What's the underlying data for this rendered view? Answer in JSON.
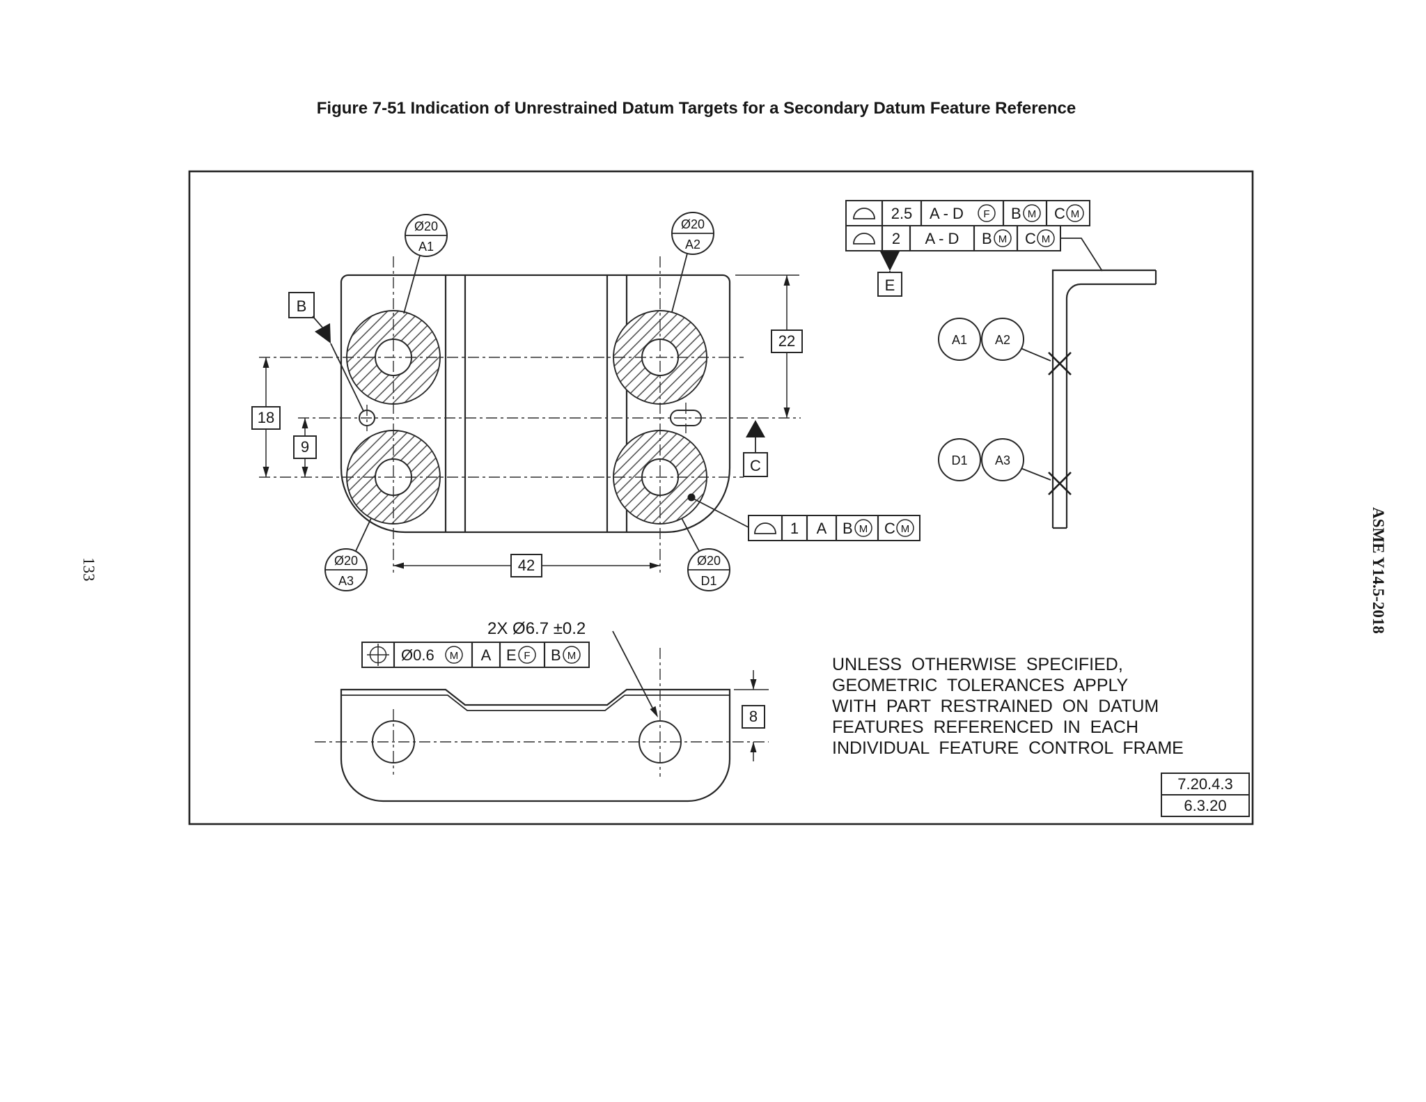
{
  "page": {
    "title": "Figure 7-51 Indication of Unrestrained Datum Targets for a Secondary Datum Feature Reference",
    "page_number": "133",
    "standard_ref": "ASME Y14.5-2018"
  },
  "top_view": {
    "targets": {
      "a1": {
        "size": "Ø20",
        "label": "A1"
      },
      "a2": {
        "size": "Ø20",
        "label": "A2"
      },
      "a3": {
        "size": "Ø20",
        "label": "A3"
      },
      "d1": {
        "size": "Ø20",
        "label": "D1"
      }
    },
    "datums": {
      "b": "B",
      "c": "C",
      "e": "E"
    },
    "dims": {
      "row_spacing": "18",
      "mid_offset": "9",
      "top_to_mid": "22",
      "col_spacing": "42"
    }
  },
  "side_view": {
    "balloons": [
      "A1",
      "A2",
      "D1",
      "A3"
    ]
  },
  "bottom_view": {
    "hole_note": "2X Ø6.7 ±0.2",
    "dim_depth": "8"
  },
  "fcf": {
    "profile_upper": {
      "tol": "2.5",
      "ref1": "A - D",
      "ref1_mod": "F",
      "ref2": "B",
      "ref2_mod": "M",
      "ref3": "C",
      "ref3_mod": "M"
    },
    "profile_lower": {
      "tol": "2",
      "ref1": "A - D",
      "ref2": "B",
      "ref2_mod": "M",
      "ref3": "C",
      "ref3_mod": "M"
    },
    "profile_single": {
      "tol": "1",
      "ref1": "A",
      "ref2": "B",
      "ref2_mod": "M",
      "ref3": "C",
      "ref3_mod": "M"
    },
    "position": {
      "tol": "Ø0.6",
      "tol_mod": "M",
      "ref1": "A",
      "ref2": "E",
      "ref2_mod": "F",
      "ref3": "B",
      "ref3_mod": "M"
    }
  },
  "notes": {
    "lines": [
      "UNLESS OTHERWISE SPECIFIED,",
      "GEOMETRIC TOLERANCES APPLY",
      "WITH PART RESTRAINED ON DATUM",
      "FEATURES REFERENCED IN EACH",
      "INDIVIDUAL FEATURE CONTROL FRAME"
    ]
  },
  "references": [
    "7.20.4.3",
    "6.3.20"
  ]
}
